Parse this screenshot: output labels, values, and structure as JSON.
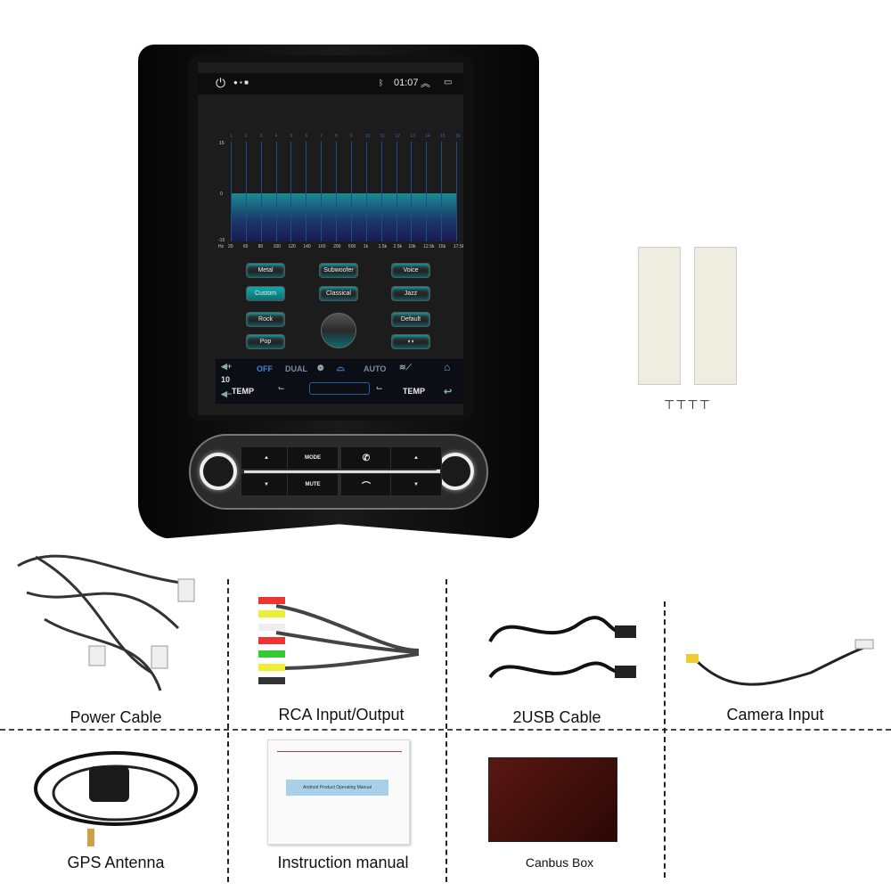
{
  "screen": {
    "status": {
      "time": "01:07"
    },
    "equalizer": {
      "band_numbers": [
        "1",
        "2",
        "3",
        "4",
        "5",
        "6",
        "7",
        "8",
        "9",
        "10",
        "11",
        "12",
        "13",
        "14",
        "15",
        "16"
      ],
      "frequencies": [
        "20",
        "60",
        "80",
        "100",
        "120",
        "140",
        "160",
        "200",
        "500",
        "1k",
        "1.5k",
        "2.5k",
        "10k",
        "12.5k",
        "15k",
        "17.5k"
      ],
      "gains_db": [
        0,
        0,
        0,
        0,
        0,
        0,
        0,
        0,
        0,
        0,
        0,
        0,
        0,
        0,
        0,
        0
      ],
      "y_max": "15",
      "y_zero": "0",
      "y_min": "-15",
      "unit": "Hz"
    },
    "presets": [
      "Metal",
      "Subwoofer",
      "Voice",
      "Custom",
      "Classical",
      "Jazz",
      "Rock",
      "Default",
      "Pop"
    ],
    "active_preset": "Custom",
    "climate": {
      "off": "OFF",
      "dual": "DUAL",
      "auto": "AUTO",
      "temp_left": "TEMP",
      "temp_right": "TEMP",
      "volume": "10"
    }
  },
  "panel": {
    "mode": "MODE",
    "mute": "MUTE"
  },
  "accessories": {
    "power_cable": "Power Cable",
    "rca": "RCA Input/Output",
    "usb": "2USB Cable",
    "camera": "Camera Input",
    "gps": "GPS Antenna",
    "manual": "Instruction manual",
    "canbus": "Canbus Box",
    "manual_title": "Android Product Operating Manual"
  }
}
